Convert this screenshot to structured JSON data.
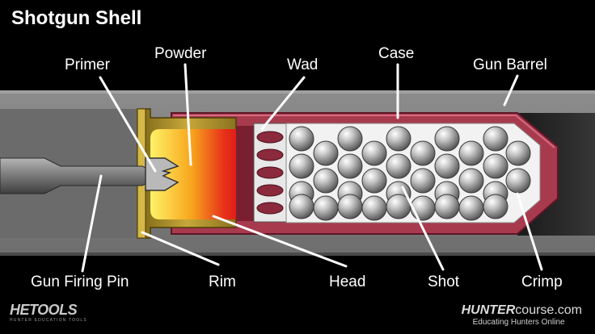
{
  "title": "Shotgun Shell",
  "labels": {
    "primer": "Primer",
    "powder": "Powder",
    "wad": "Wad",
    "case": "Case",
    "gun_barrel": "Gun Barrel",
    "gun_firing_pin": "Gun Firing Pin",
    "rim": "Rim",
    "head": "Head",
    "shot": "Shot",
    "crimp": "Crimp"
  },
  "logos": {
    "left_main": "HETOOLS",
    "left_tagline": "HUNTER EDUCATION TOOLS",
    "right_bold": "HUNTER",
    "right_rest": "course.com",
    "right_tagline": "Educating Hunters Online"
  },
  "colors": {
    "background": "#000000",
    "barrel": "#7d7d7d",
    "bore": "#262626",
    "case": "#a83a4e",
    "head": "#a38a2c",
    "powder_hot": "#e81c1c",
    "powder_cool": "#fff05a",
    "shot": "#9d9d9d",
    "leader_lines": "#ffffff"
  }
}
